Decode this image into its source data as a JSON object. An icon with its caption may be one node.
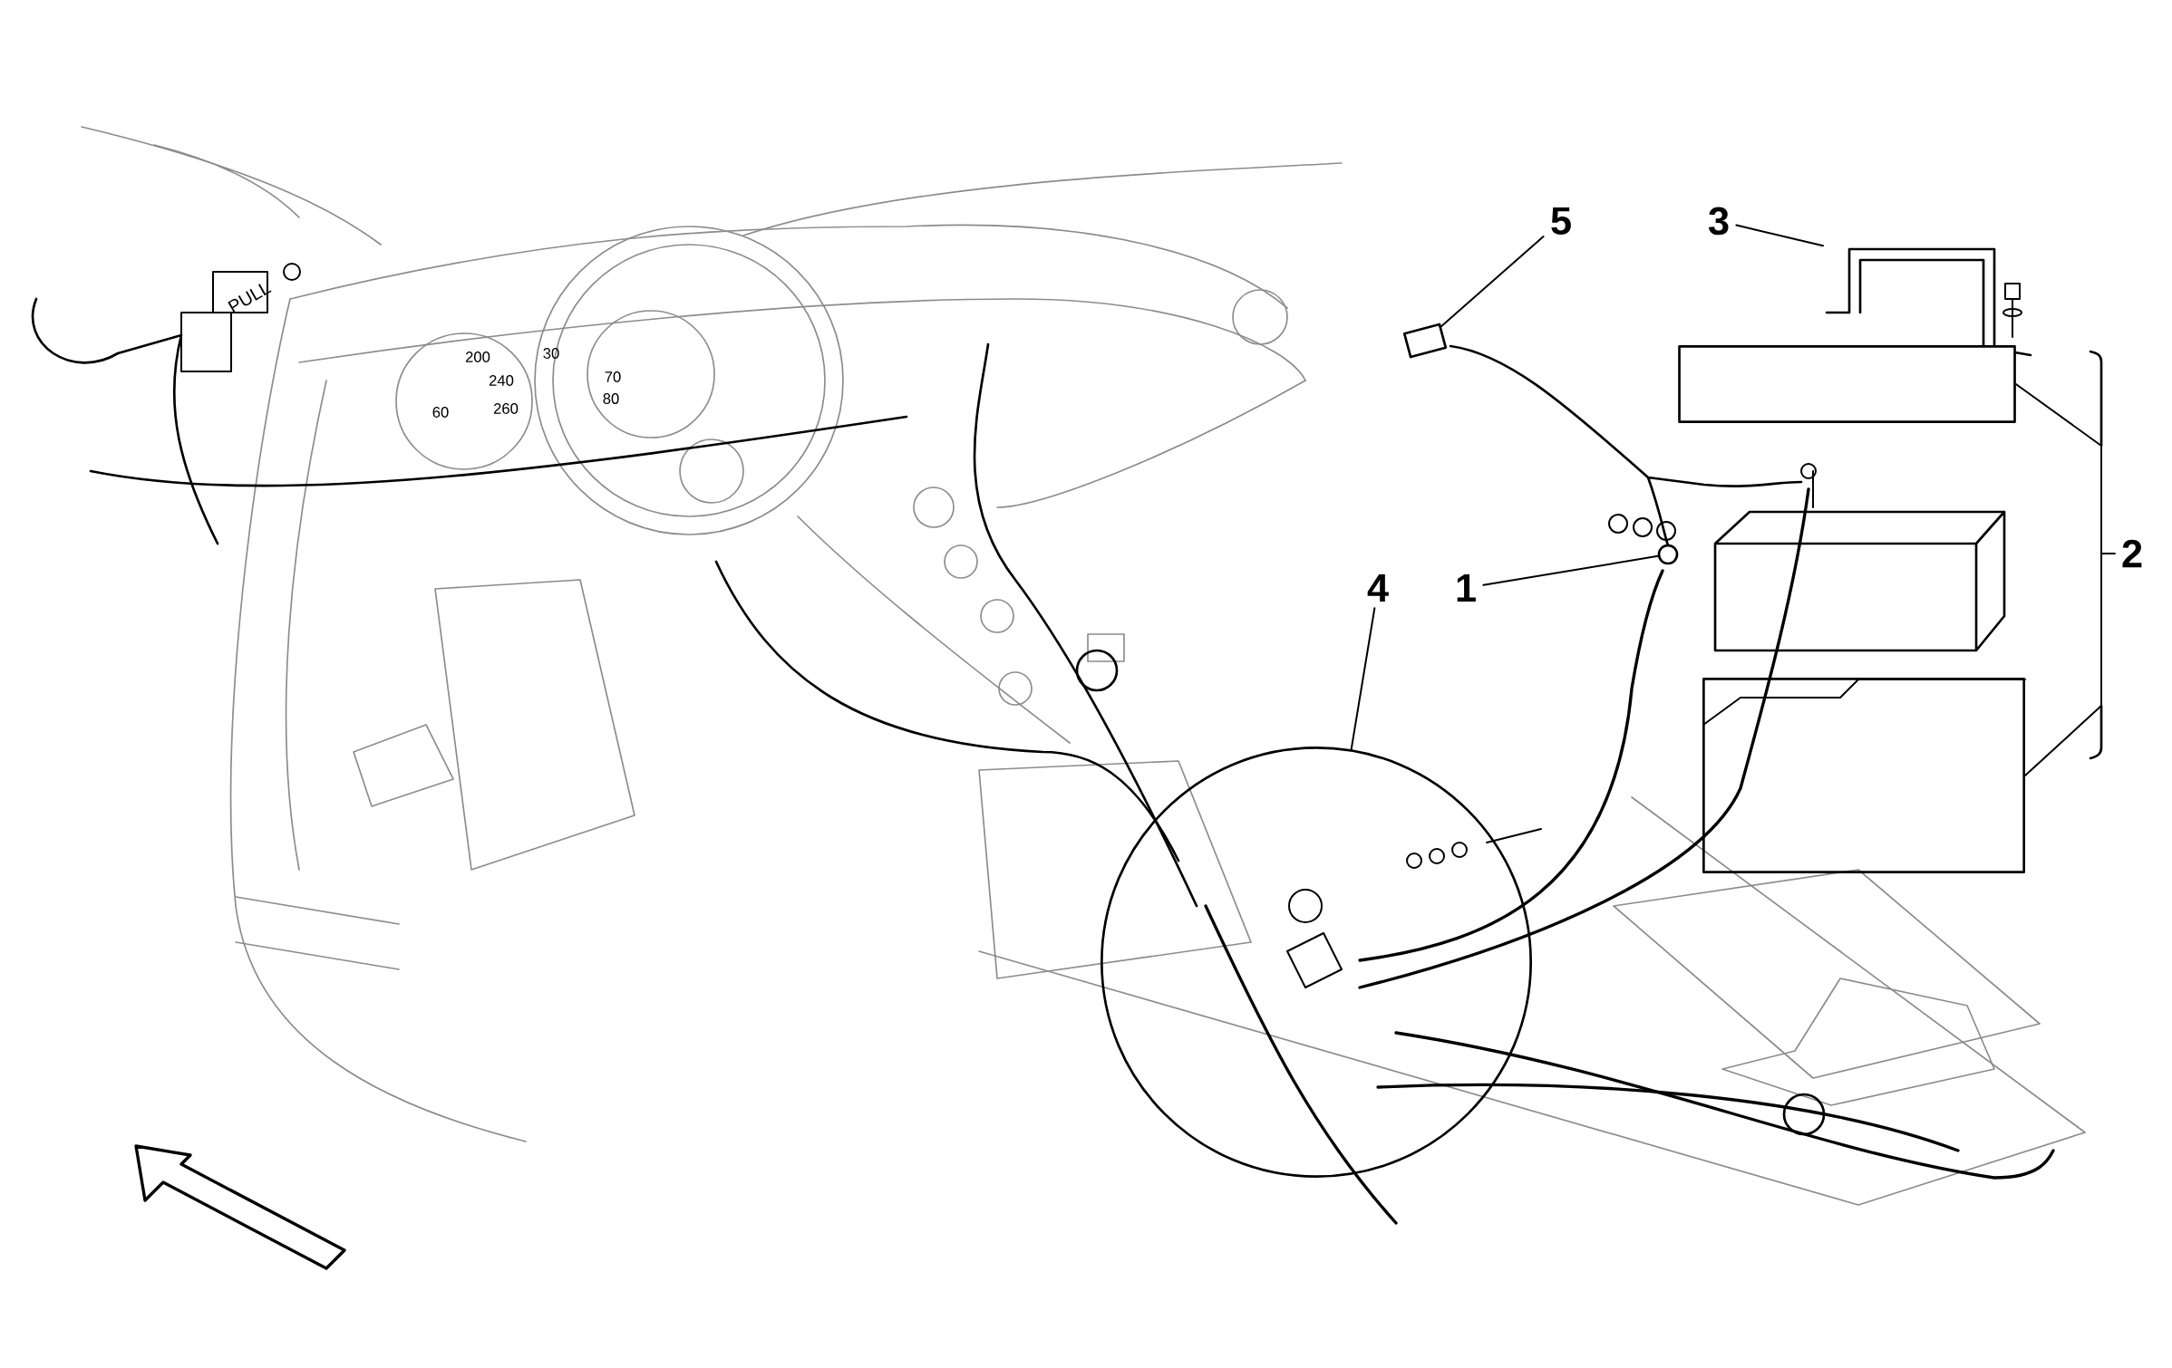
{
  "diagram": {
    "nodes": [
      {
        "text": [
          "5"
        ]
      },
      {
        "text": [
          "3"
        ]
      },
      {
        "text": [
          "2"
        ]
      },
      {
        "text": [
          "4"
        ]
      },
      {
        "text": [
          "1"
        ]
      },
      {
        "text": [],
        "shape": "box"
      },
      {
        "text": [],
        "shape": "picture"
      },
      {
        "text": [],
        "shape": "box"
      },
      {
        "text": [],
        "shape": "box"
      },
      {
        "text": [],
        "shape": "circle"
      },
      {
        "text": [],
        "shape": "circle"
      }
    ],
    "edges": [
      {
        "from": 0,
        "to": 5,
        "arrow": "none"
      },
      {
        "from": 1,
        "to": 6,
        "arrow": "none"
      },
      {
        "from": 2,
        "to": 7,
        "arrow": "none"
      },
      {
        "from": 2,
        "to": 8,
        "arrow": "none"
      },
      {
        "from": 3,
        "to": 10,
        "arrow": "none"
      },
      {
        "from": 4,
        "to": 9,
        "arrow": "none"
      }
    ],
    "labels": [
      "PULL",
      "60",
      "200",
      "240",
      "260",
      "30",
      "70",
      "80"
    ]
  }
}
